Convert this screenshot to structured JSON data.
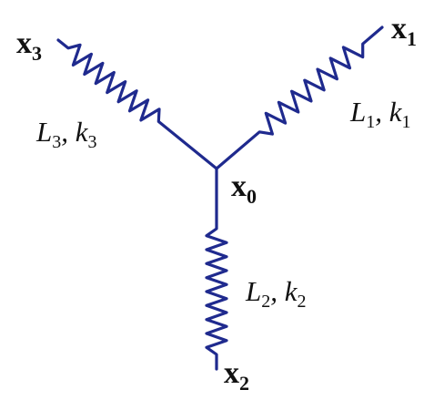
{
  "colors": {
    "spring": "#1f2a8e",
    "text": "#111111",
    "background": "#ffffff"
  },
  "nodes": {
    "x0": {
      "base": "x",
      "sub": "0"
    },
    "x1": {
      "base": "x",
      "sub": "1"
    },
    "x2": {
      "base": "x",
      "sub": "2"
    },
    "x3": {
      "base": "x",
      "sub": "3"
    }
  },
  "springs": {
    "s1": {
      "L": "L",
      "L_sub": "1",
      "sep": ", ",
      "k": "k",
      "k_sub": "1"
    },
    "s2": {
      "L": "L",
      "L_sub": "2",
      "sep": ", ",
      "k": "k",
      "k_sub": "2"
    },
    "s3": {
      "L": "L",
      "L_sub": "3",
      "sep": ", ",
      "k": "k",
      "k_sub": "3"
    }
  }
}
